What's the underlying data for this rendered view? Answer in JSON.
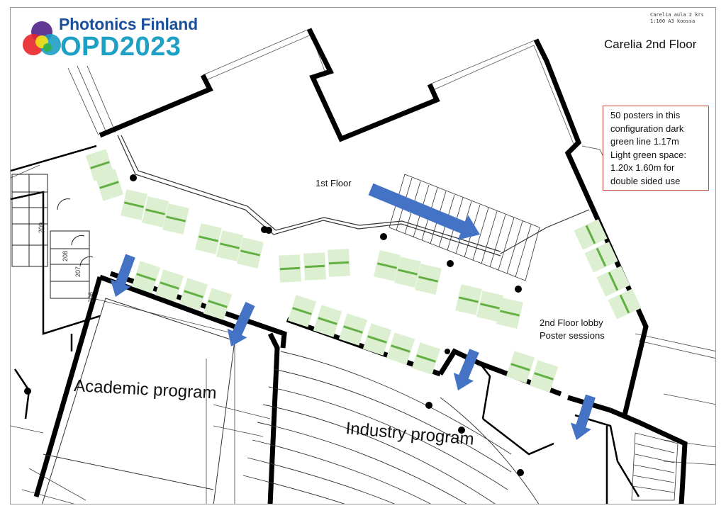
{
  "logo": {
    "line1": "Photonics Finland",
    "line2": "OPD2023",
    "colors": {
      "purple": "#5b2d8e",
      "red": "#e8262c",
      "yellow": "#f5e616",
      "green": "#2fb14b",
      "blue": "#1e9fc4"
    }
  },
  "sheet_meta": {
    "line1": "Carelia aula 2 krs",
    "line2": "1:100 A3 koossa"
  },
  "map_title": "Carelia 2nd Floor",
  "note": {
    "lines": [
      "50 posters in this",
      "configuration dark",
      "green line 1.17m",
      "Light green space:",
      "1.20x 1.60m for",
      "double sided use"
    ],
    "border_color": "#c9443a"
  },
  "areas": {
    "first_floor": "1st Floor",
    "lobby_line1": "2nd Floor lobby",
    "lobby_line2": "Poster sessions",
    "academic": "Academic program",
    "industry": "Industry program"
  },
  "room_numbers": [
    "209",
    "208",
    "207",
    "206"
  ],
  "legend_colors": {
    "poster_space": "#dcefd0",
    "poster_line": "#62b043",
    "arrow": "#4472c4",
    "wall": "#000000"
  },
  "icons": [
    "direction-arrow-icon",
    "column-dot-icon",
    "staircase-icon"
  ]
}
